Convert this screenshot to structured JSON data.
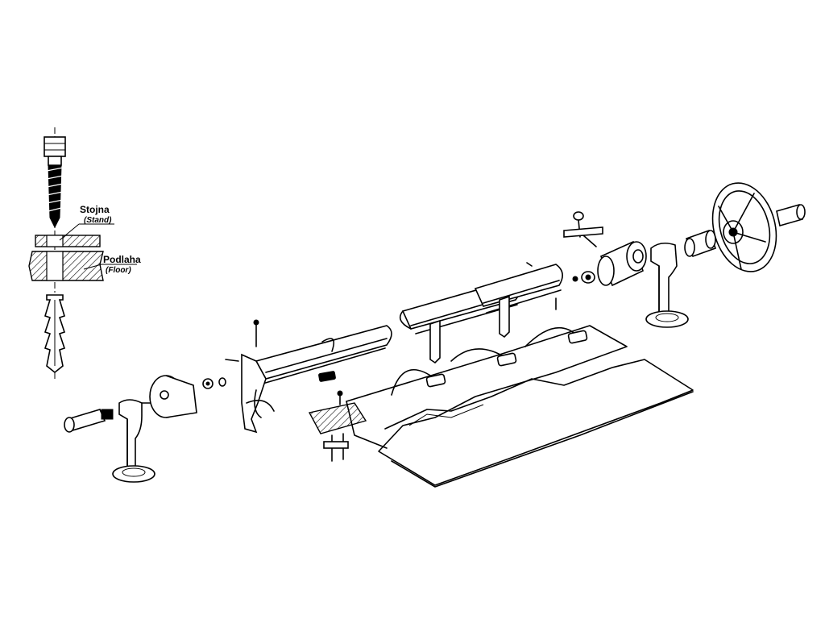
{
  "labels": {
    "stand": "Stojna",
    "stand_en": "(Stand)",
    "floor": "Podlaha",
    "floor_en": "(Floor)"
  },
  "icons": {
    "screw": "lag-screw-icon",
    "anchor": "wall-plug-icon",
    "wheel": "hand-wheel-icon"
  }
}
